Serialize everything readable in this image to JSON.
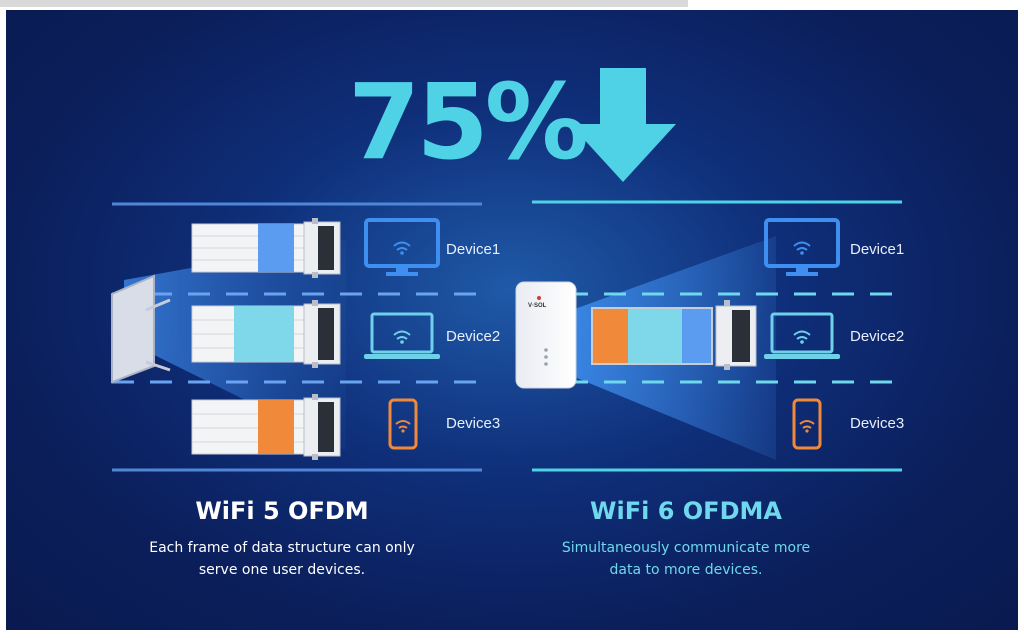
{
  "headline": {
    "percent": "75%",
    "arrow_icon": "down-arrow-icon",
    "color": "#4fd2e6"
  },
  "left": {
    "title": "WiFi 5 OFDM",
    "description_line1": "Each frame of data structure can only",
    "description_line2": "serve one user devices.",
    "title_color": "#ffffff",
    "devices": [
      {
        "label": "Device1",
        "icon": "monitor-icon",
        "truck_color": "#5b9cf0"
      },
      {
        "label": "Device2",
        "icon": "laptop-icon",
        "truck_color": "#7fd8ea"
      },
      {
        "label": "Device3",
        "icon": "phone-icon",
        "truck_color": "#f08a3a"
      }
    ]
  },
  "right": {
    "title": "WiFi 6 OFDMA",
    "description_line1": "Simultaneously communicate more",
    "description_line2": "data to more devices.",
    "title_color": "#6fd8ec",
    "router_brand": "V·SOL",
    "devices": [
      {
        "label": "Device1",
        "icon": "monitor-icon"
      },
      {
        "label": "Device2",
        "icon": "laptop-icon"
      },
      {
        "label": "Device3",
        "icon": "phone-icon"
      }
    ],
    "truck_segments": [
      "#f08a3a",
      "#7fd8ea",
      "#5b9cf0"
    ]
  }
}
